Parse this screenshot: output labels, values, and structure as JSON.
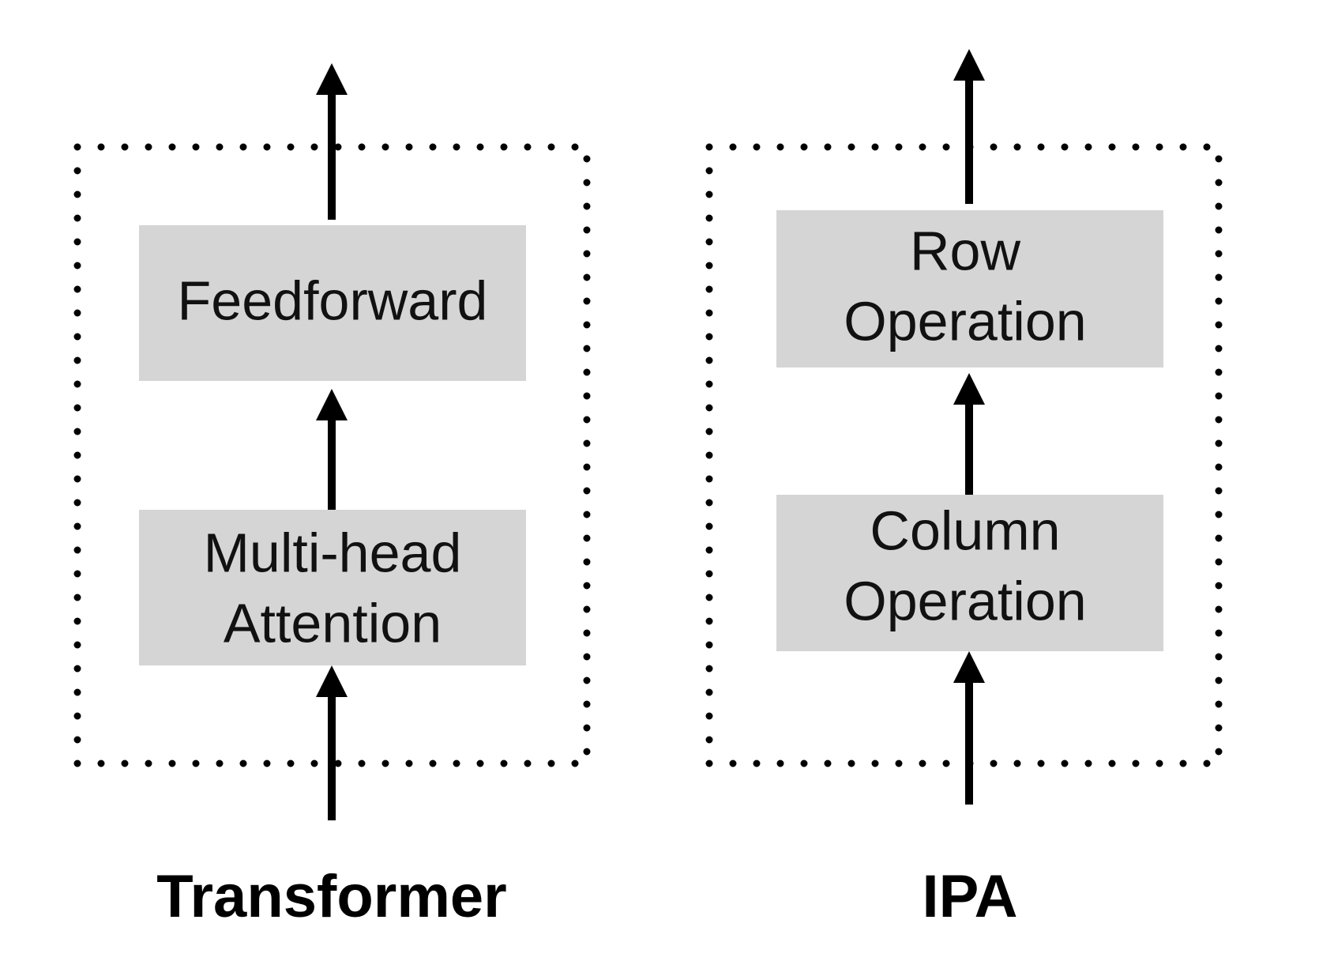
{
  "panels": [
    {
      "title": "Transformer",
      "blocks": [
        {
          "line1": "Feedforward",
          "line2": ""
        },
        {
          "line1": "Multi-head",
          "line2": "Attention"
        }
      ]
    },
    {
      "title": "IPA",
      "blocks": [
        {
          "line1": "Row",
          "line2": "Operation"
        },
        {
          "line1": "Column",
          "line2": "Operation"
        }
      ]
    }
  ],
  "colors": {
    "block_fill": "#d5d5d5",
    "line": "#000000"
  }
}
